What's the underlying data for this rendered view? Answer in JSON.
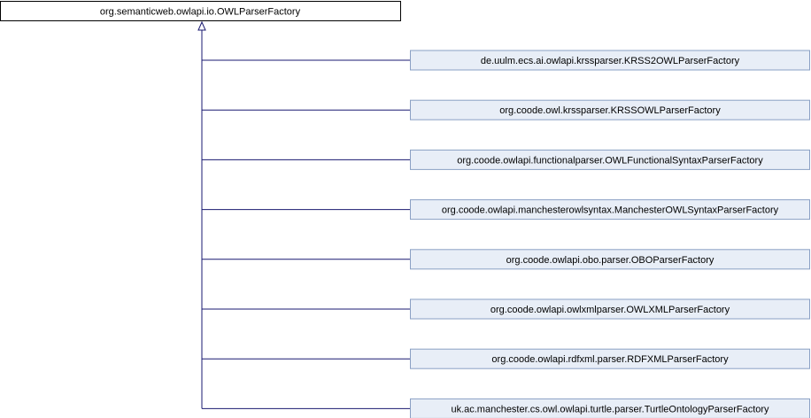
{
  "base_class": {
    "name": "org.semanticweb.owlapi.io.OWLParserFactory"
  },
  "subclasses": [
    {
      "name": "de.uulm.ecs.ai.owlapi.krssparser.KRSS2OWLParserFactory"
    },
    {
      "name": "org.coode.owl.krssparser.KRSSOWLParserFactory"
    },
    {
      "name": "org.coode.owlapi.functionalparser.OWLFunctionalSyntaxParserFactory"
    },
    {
      "name": "org.coode.owlapi.manchesterowlsyntax.ManchesterOWLSyntaxParserFactory"
    },
    {
      "name": "org.coode.owlapi.obo.parser.OBOParserFactory"
    },
    {
      "name": "org.coode.owlapi.owlxmlparser.OWLXMLParserFactory"
    },
    {
      "name": "org.coode.owlapi.rdfxml.parser.RDFXMLParserFactory"
    },
    {
      "name": "uk.ac.manchester.cs.owl.owlapi.turtle.parser.TurtleOntologyParserFactory"
    }
  ],
  "colors": {
    "edge": "#191970",
    "subclass_fill": "#e8eef7",
    "subclass_stroke": "#8aa0c4",
    "base_fill": "#ffffff",
    "base_stroke": "#000000"
  }
}
